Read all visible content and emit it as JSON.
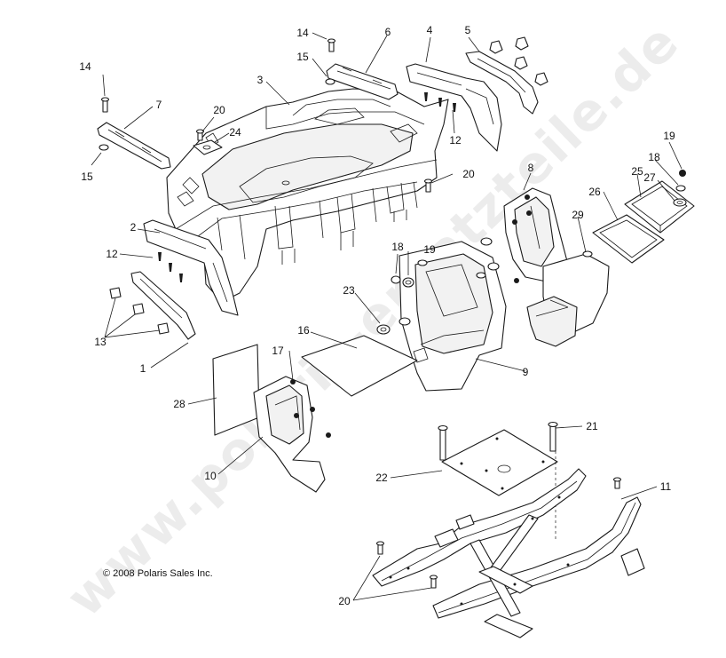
{
  "watermark": "www.polaris-ersatzteile.de",
  "copyright": "© 2008 Polaris Sales Inc.",
  "callouts": [
    {
      "id": "c14a",
      "label": "14"
    },
    {
      "id": "c6",
      "label": "6"
    },
    {
      "id": "c4",
      "label": "4"
    },
    {
      "id": "c5",
      "label": "5"
    },
    {
      "id": "c14b",
      "label": "14"
    },
    {
      "id": "c15a",
      "label": "15"
    },
    {
      "id": "c3",
      "label": "3"
    },
    {
      "id": "c7",
      "label": "7"
    },
    {
      "id": "c20a",
      "label": "20"
    },
    {
      "id": "c24",
      "label": "24"
    },
    {
      "id": "c12a",
      "label": "12"
    },
    {
      "id": "c15b",
      "label": "15"
    },
    {
      "id": "c19a",
      "label": "19"
    },
    {
      "id": "c18a",
      "label": "18"
    },
    {
      "id": "c20b",
      "label": "20"
    },
    {
      "id": "c8",
      "label": "8"
    },
    {
      "id": "c25",
      "label": "25"
    },
    {
      "id": "c27",
      "label": "27"
    },
    {
      "id": "c26",
      "label": "26"
    },
    {
      "id": "c2",
      "label": "2"
    },
    {
      "id": "c29",
      "label": "29"
    },
    {
      "id": "c12b",
      "label": "12"
    },
    {
      "id": "c18b",
      "label": "18"
    },
    {
      "id": "c19b",
      "label": "19"
    },
    {
      "id": "c23",
      "label": "23"
    },
    {
      "id": "c13",
      "label": "13"
    },
    {
      "id": "c16",
      "label": "16"
    },
    {
      "id": "c1",
      "label": "1"
    },
    {
      "id": "c9",
      "label": "9"
    },
    {
      "id": "c17",
      "label": "17"
    },
    {
      "id": "c28",
      "label": "28"
    },
    {
      "id": "c21",
      "label": "21"
    },
    {
      "id": "c10",
      "label": "10"
    },
    {
      "id": "c22",
      "label": "22"
    },
    {
      "id": "c11",
      "label": "11"
    },
    {
      "id": "c20c",
      "label": "20"
    }
  ]
}
